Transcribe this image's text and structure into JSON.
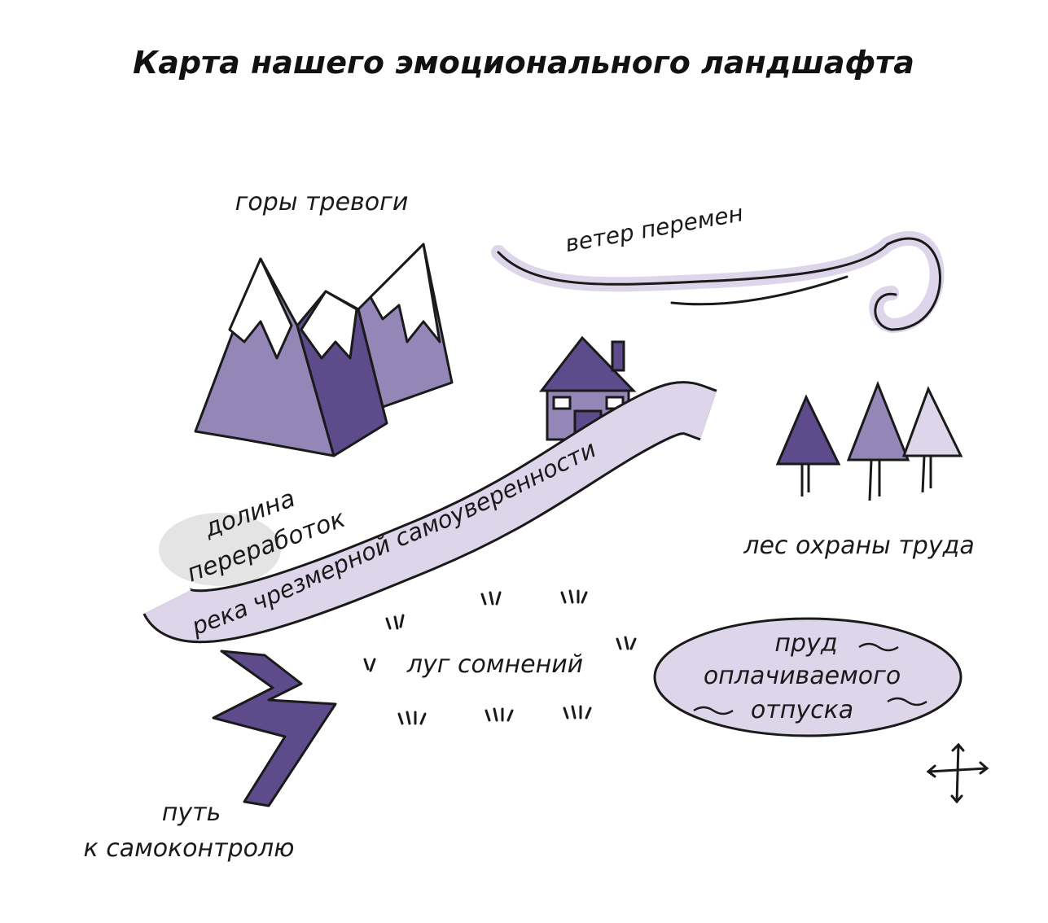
{
  "title": "Карта нашего эмоционального ландшафта",
  "colors": {
    "dark": "#5e4b8b",
    "mid": "#9586b8",
    "light": "#ddd6ea",
    "outline": "#1a1a1a"
  },
  "labels": {
    "mountains": "горы тревоги",
    "wind": "ветер перемен",
    "valley_1": "долина",
    "valley_2": "переработок",
    "river": "река чрезмерной самоуверенности",
    "forest": "лес охраны труда",
    "meadow": "луг сомнений",
    "pond_1": "пруд",
    "pond_2": "оплачиваемого",
    "pond_3": "отпуска",
    "path_1": "путь",
    "path_2": "к самоконтролю"
  }
}
